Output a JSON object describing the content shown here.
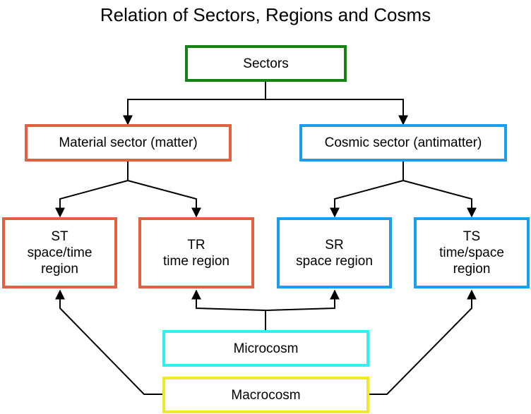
{
  "title": "Relation of Sectors, Regions and Cosms",
  "colors": {
    "sectors": "#168216",
    "material": "#e2613f",
    "cosmic": "#1a9ef0",
    "microcosm": "#33f0f0",
    "macrocosm": "#f0e82a",
    "edge": "#000000"
  },
  "nodes": {
    "sectors": {
      "label": "Sectors"
    },
    "material": {
      "label": "Material sector (matter)"
    },
    "cosmic": {
      "label": "Cosmic sector (antimatter)"
    },
    "st": {
      "line1": "ST",
      "line2": "space/time",
      "line3": "region"
    },
    "tr": {
      "line1": "TR",
      "line2": "time region"
    },
    "sr": {
      "line1": "SR",
      "line2": "space region"
    },
    "ts": {
      "line1": "TS",
      "line2": "time/space",
      "line3": "region"
    },
    "microcosm": {
      "label": "Microcosm"
    },
    "macrocosm": {
      "label": "Macrocosm"
    }
  }
}
